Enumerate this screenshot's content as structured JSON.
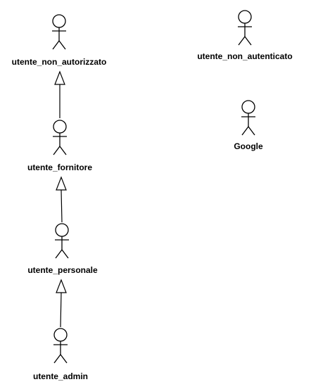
{
  "diagram": {
    "actors": {
      "utente_non_autorizzato": {
        "label": "utente_non_autorizzato"
      },
      "utente_fornitore": {
        "label": "utente_fornitore"
      },
      "utente_personale": {
        "label": "utente_personale"
      },
      "utente_admin": {
        "label": "utente_admin"
      },
      "utente_non_autenticato": {
        "label": "utente_non_autenticato"
      },
      "google": {
        "label": "Google"
      }
    },
    "generalizations": [
      {
        "from": "utente_fornitore",
        "to": "utente_non_autorizzato"
      },
      {
        "from": "utente_personale",
        "to": "utente_fornitore"
      },
      {
        "from": "utente_admin",
        "to": "utente_personale"
      }
    ]
  }
}
